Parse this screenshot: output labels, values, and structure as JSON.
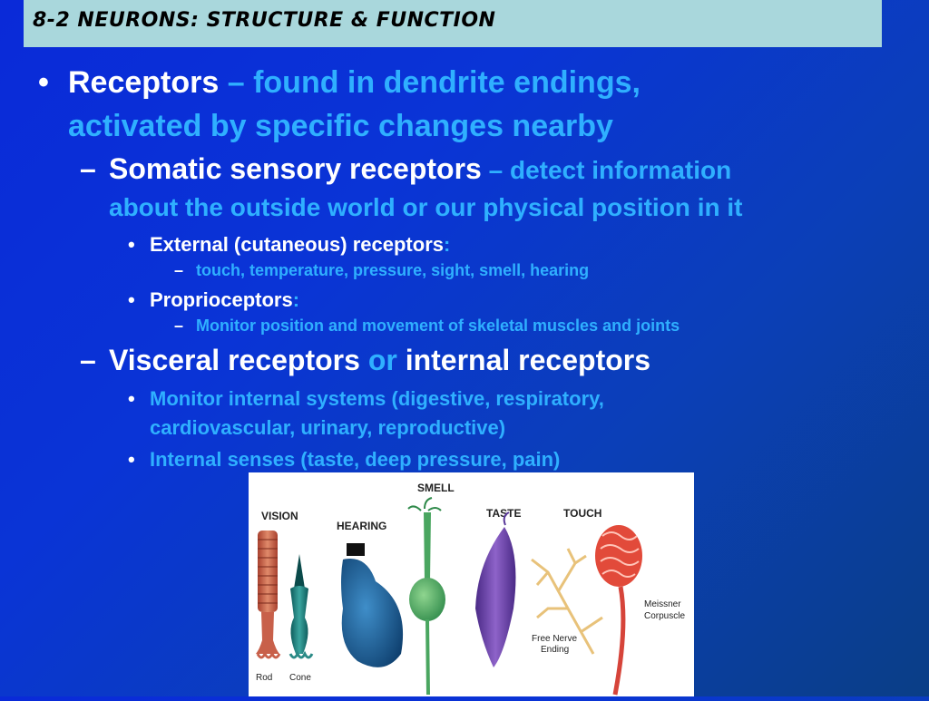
{
  "title": "8-2 NEURONS: STRUCTURE & FUNCTION",
  "bullets": {
    "b1_head": "Receptors",
    "b1_rest": " – found in dendrite endings,",
    "b1_line2": "activated by specific changes nearby",
    "somatic_head": "Somatic sensory receptors",
    "somatic_rest": " – detect information",
    "somatic_line2": "about the outside world or our physical position in it",
    "external_head": "External (cutaneous) receptors",
    "external_colon": ":",
    "external_sub": "touch, temperature, pressure, sight, smell, hearing",
    "proprio_head": "Proprioceptors",
    "proprio_colon": ":",
    "proprio_sub": "Monitor position and movement of skeletal muscles and joints",
    "visceral_a": "Visceral receptors",
    "visceral_or": " or ",
    "visceral_b": "internal receptors",
    "monitor_line1": "Monitor internal systems (digestive, respiratory,",
    "monitor_line2": "cardiovascular, urinary, reproductive)",
    "internal_senses": "Internal senses (taste, deep pressure, pain)"
  },
  "figure": {
    "vision": "VISION",
    "hearing": "HEARING",
    "smell": "SMELL",
    "taste": "TASTE",
    "touch": "TOUCH",
    "rod": "Rod",
    "cone": "Cone",
    "free_nerve_1": "Free Nerve",
    "free_nerve_2": "Ending",
    "meissner_1": "Meissner",
    "meissner_2": "Corpuscle"
  },
  "colors": {
    "title_bar": "#a9d7dc",
    "heading_text": "#ffffff",
    "accent_text": "#2fb0ff"
  }
}
